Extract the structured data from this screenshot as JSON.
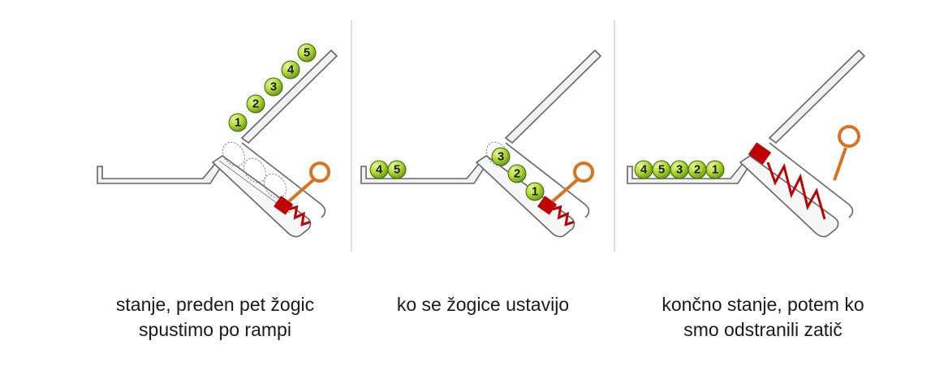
{
  "panels": [
    {
      "id": "before",
      "caption_line1": "stanje, preden pet žogic",
      "caption_line2": "spustimo po rampi",
      "balls": [
        "1",
        "2",
        "3",
        "4",
        "5"
      ]
    },
    {
      "id": "stopped",
      "caption_line1": "ko se žogice ustavijo",
      "caption_line2": "",
      "balls": [
        "4",
        "5",
        "3",
        "2",
        "1"
      ]
    },
    {
      "id": "final",
      "caption_line1": "končno stanje, potem ko",
      "caption_line2": "smo odstranili zatič",
      "balls": [
        "4",
        "5",
        "3",
        "2",
        "1"
      ]
    }
  ],
  "colors": {
    "track_fill": "#f2f2f2",
    "track_stroke": "#666666",
    "ball": "#b6d930",
    "ball_stroke": "#2f6e10",
    "pin": "#d9731f",
    "plunger": "#c00000",
    "divider": "#c8c8c8"
  }
}
